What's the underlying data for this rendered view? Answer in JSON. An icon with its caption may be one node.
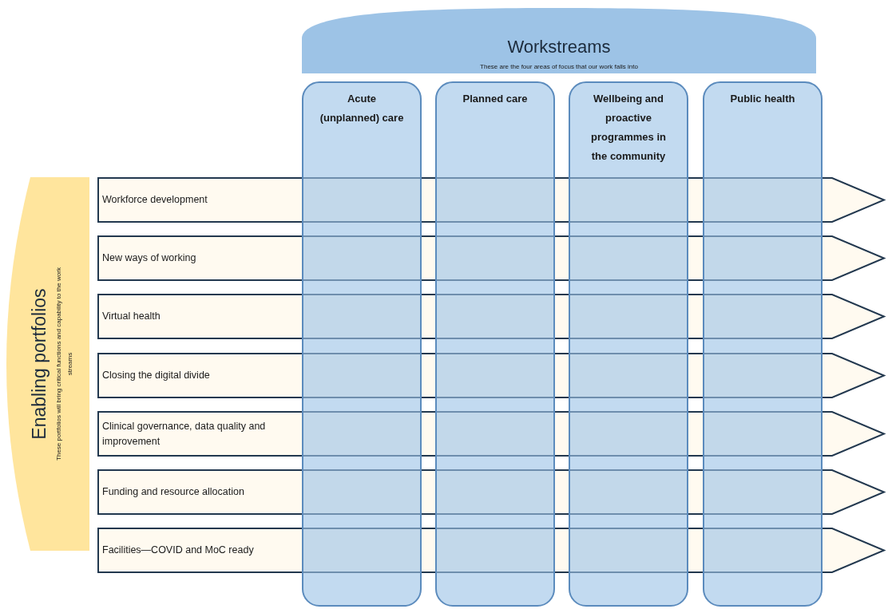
{
  "diagram": {
    "nodes": [
      {
        "text": [
          "Workstreams",
          "These are the four areas of focus that our work falls into"
        ]
      },
      {
        "text": [
          "Acute (unplanned) care"
        ]
      },
      {
        "text": [
          "Planned care"
        ]
      },
      {
        "text": [
          "Wellbeing and proactive programmes in the community"
        ]
      },
      {
        "text": [
          "Public health"
        ]
      },
      {
        "text": [
          "Enabling portfolios",
          "These portfolios will bring critical functions and capability to the work streams"
        ]
      },
      {
        "text": [
          "Workforce development"
        ]
      },
      {
        "text": [
          "New ways of working"
        ]
      },
      {
        "text": [
          "Virtual health"
        ]
      },
      {
        "text": [
          "Closing the digital divide"
        ]
      },
      {
        "text": [
          "Clinical governance, data quality and improvement"
        ]
      },
      {
        "text": [
          "Funding and resource allocation"
        ]
      },
      {
        "text": [
          "Facilities—COVID and MoC ready"
        ]
      }
    ]
  }
}
